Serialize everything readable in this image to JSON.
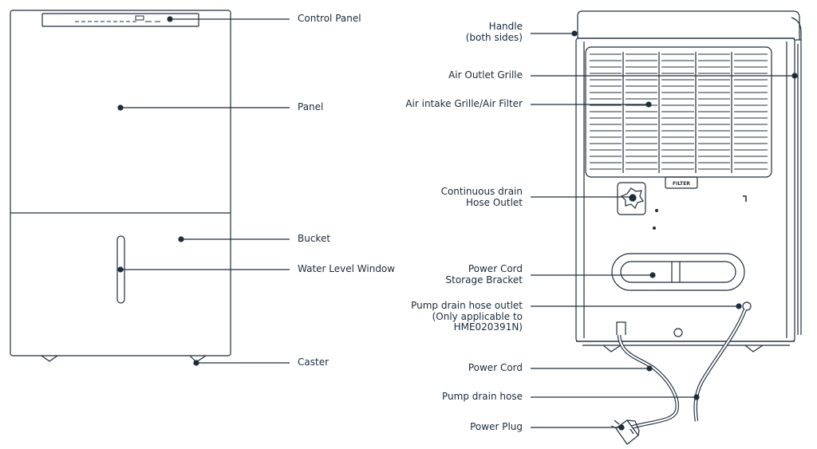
{
  "front_labels": {
    "control_panel": "Control Panel",
    "panel": "Panel",
    "bucket": "Bucket",
    "water_level_window": "Water Level Window",
    "caster": "Caster"
  },
  "back_labels": {
    "handle": [
      "Handle",
      "(both sides)"
    ],
    "air_outlet_grille": "Air Outlet Grille",
    "air_intake_grille": "Air intake Grille/Air Filter",
    "continuous_drain": [
      "Continuous drain",
      "Hose Outlet"
    ],
    "power_cord_storage": [
      "Power Cord",
      "Storage Bracket"
    ],
    "pump_drain_outlet": [
      "Pump drain hose outlet",
      "(Only applicable to",
      "HME020391N)"
    ],
    "power_cord": "Power Cord",
    "pump_drain_hose": "Pump drain hose",
    "power_plug": "Power Plug"
  },
  "filter_tab_text": "FILTER",
  "colors": {
    "ink": "#1e2c3c",
    "text": "#1a2a3a"
  }
}
